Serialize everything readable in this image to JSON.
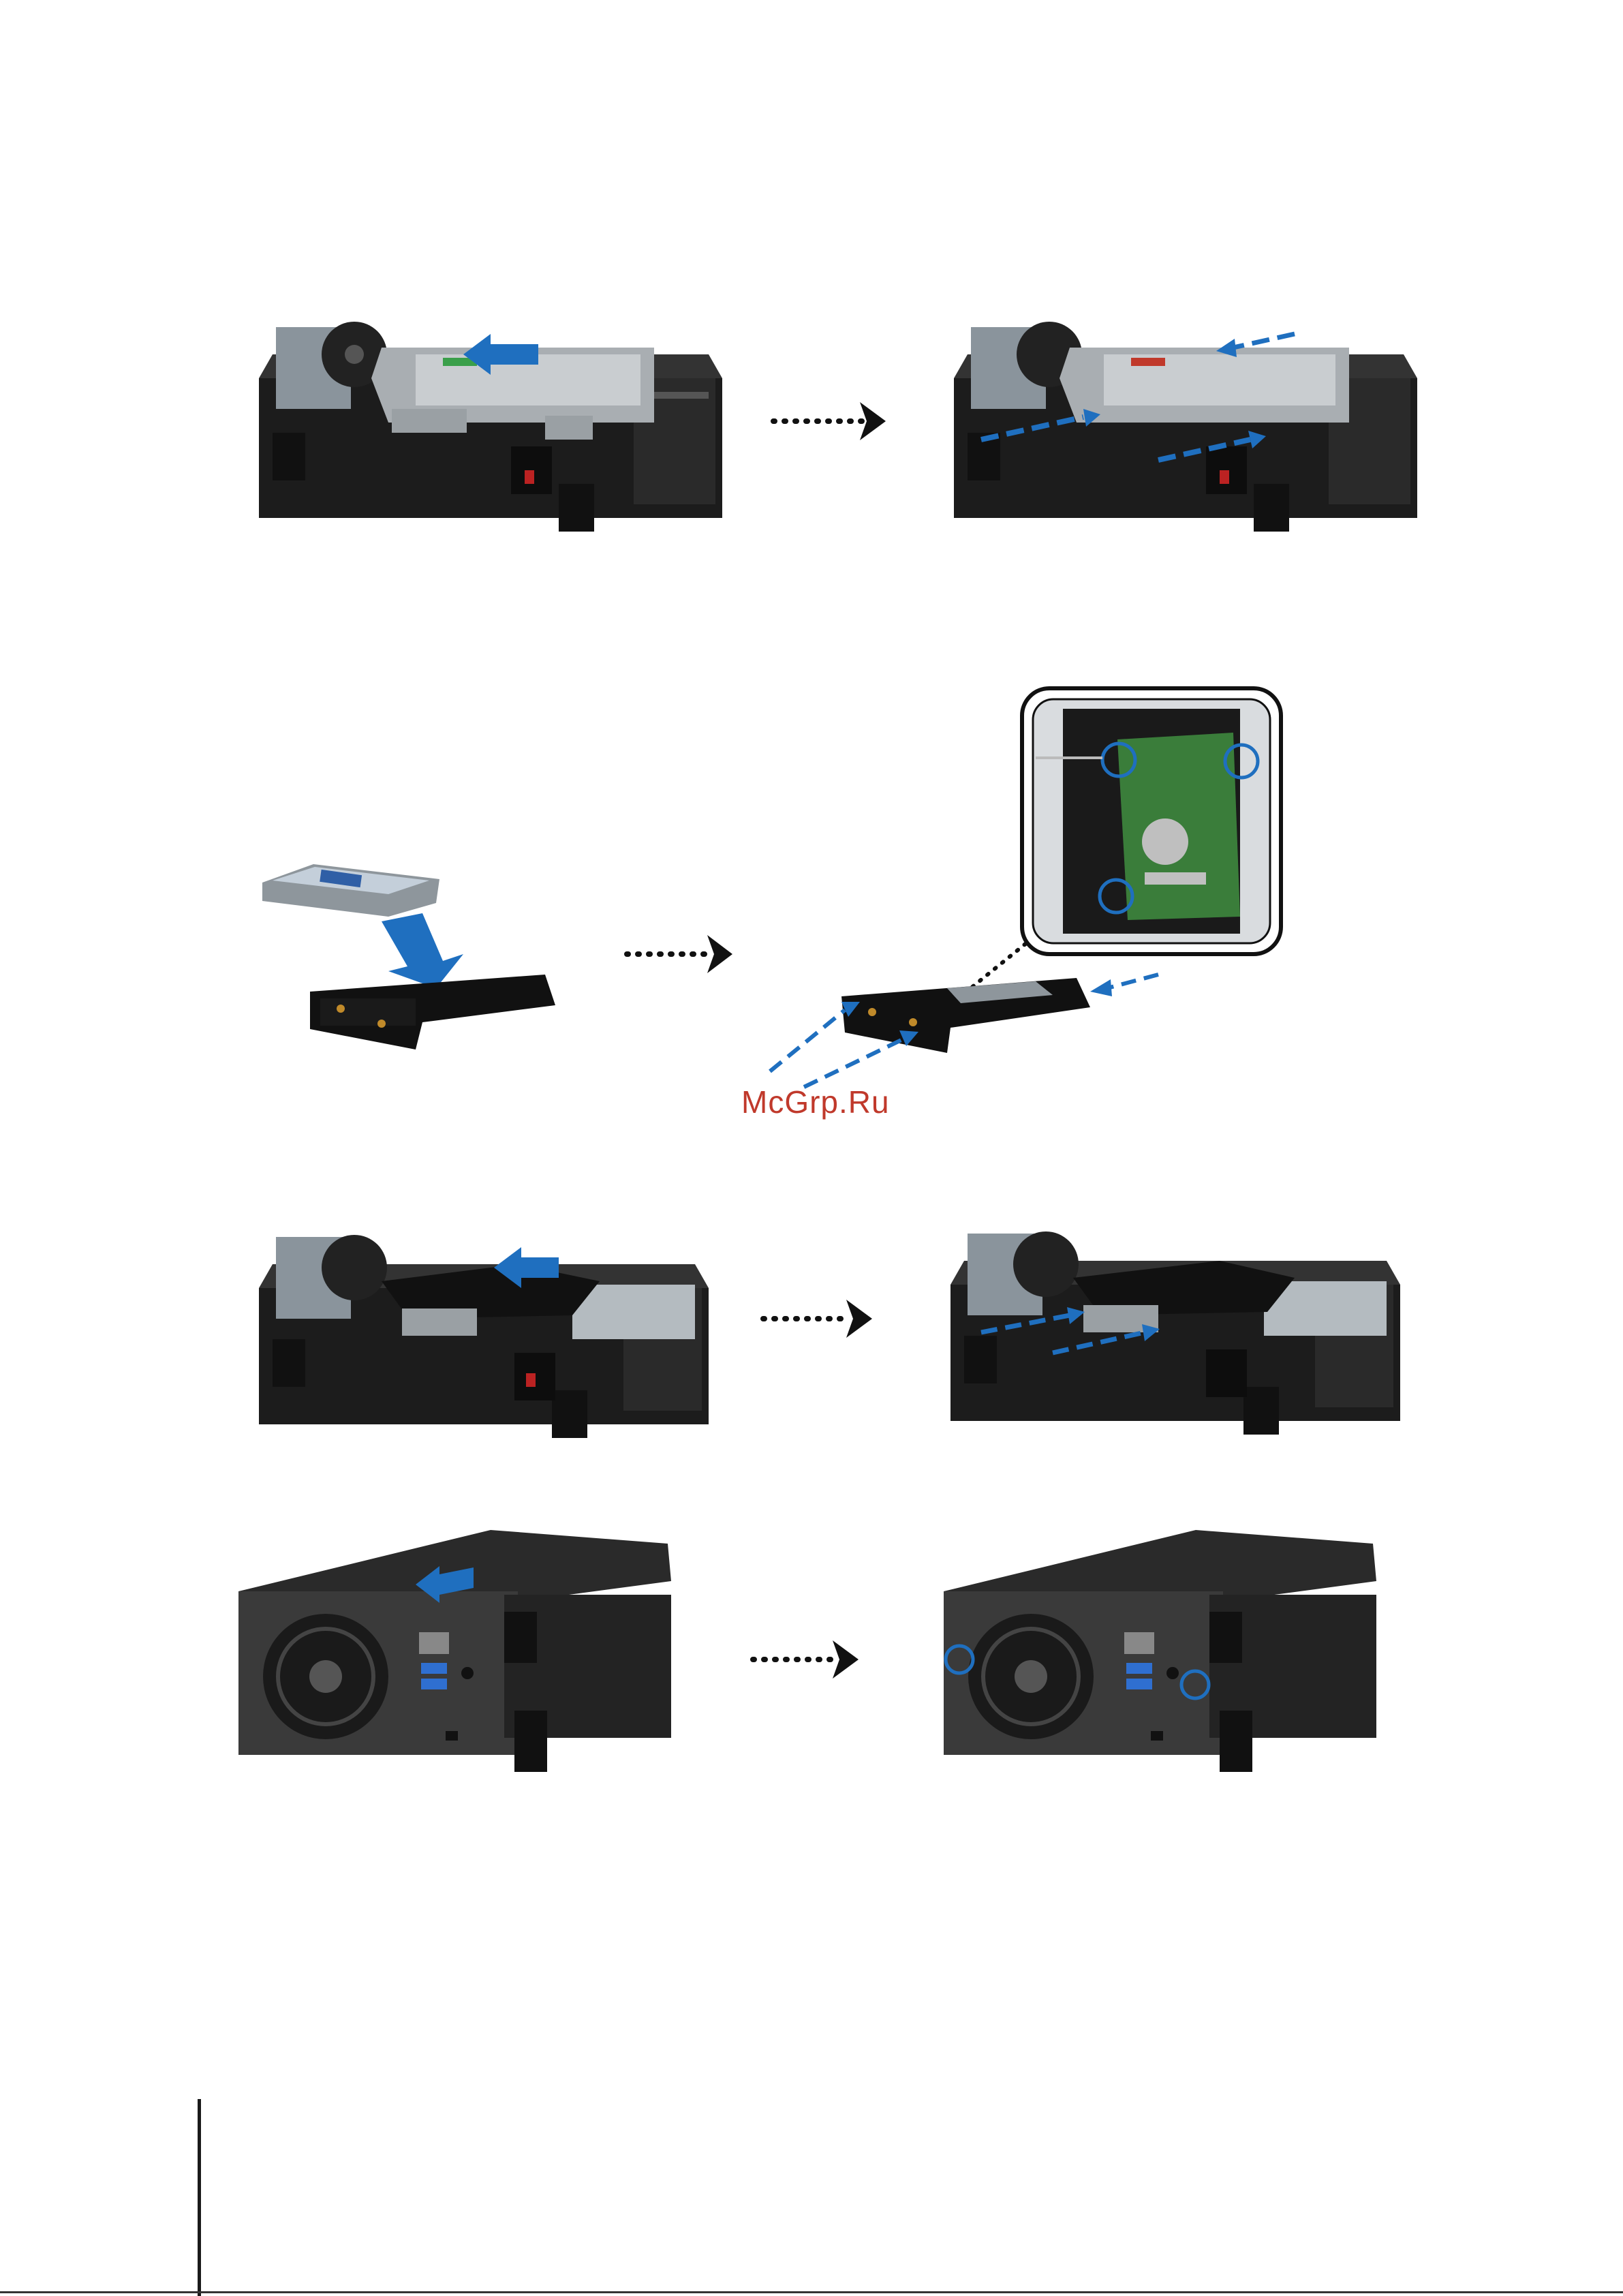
{
  "watermark": {
    "text": "McGrp.Ru"
  },
  "steps": [
    {
      "id": "step-1",
      "description_icons": [
        "hdd-3-5-icon",
        "slide-arrow-icon",
        "dotted-arrow-icon",
        "screw-guide-icon"
      ]
    },
    {
      "id": "step-2",
      "description_icons": [
        "hdd-2-5-icon",
        "drop-arrow-icon",
        "adapter-icon",
        "dotted-arrow-icon",
        "pcb-inset-icon"
      ]
    },
    {
      "id": "step-3",
      "description_icons": [
        "adapter-slide-icon",
        "dotted-arrow-icon",
        "screw-guide-icon"
      ]
    },
    {
      "id": "step-4",
      "description_icons": [
        "cover-slide-icon",
        "dotted-arrow-icon",
        "rear-screw-icon"
      ]
    }
  ],
  "colors": {
    "accent_blue": "#1f6fbf",
    "dark_chassis": "#1c1c1c",
    "watermark": "#c0392b"
  }
}
